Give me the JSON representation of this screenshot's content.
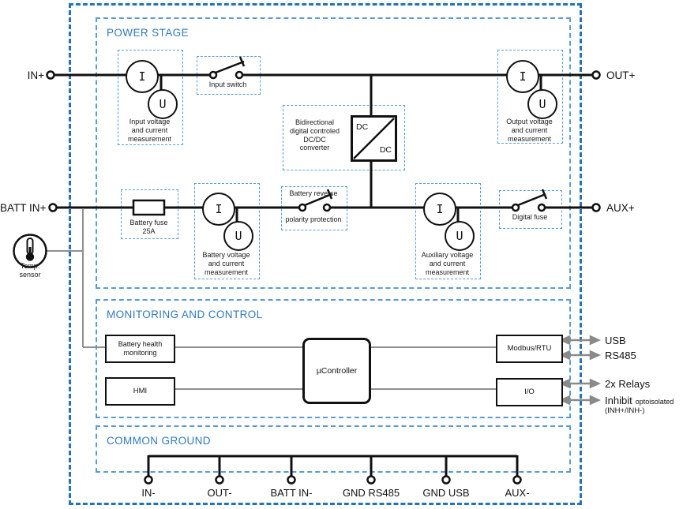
{
  "sections": {
    "power_stage": "POWER STAGE",
    "monitoring": "MONITORING AND CONTROL",
    "common_ground": "COMMON GROUND"
  },
  "meters": {
    "current": "I",
    "voltage": "U"
  },
  "terminals": {
    "in_plus": "IN+",
    "out_plus": "OUT+",
    "batt_in_plus": "BATT IN+",
    "aux_plus": "AUX+"
  },
  "power_stage": {
    "input_measurement": "Input voltage\nand current\nmeasurement",
    "input_switch": "Input switch",
    "dcdc_label": "Bidirectional\ndigital controled\nDC/DC\nconverter",
    "dcdc_top": "DC",
    "dcdc_bottom": "DC",
    "output_measurement": "Output voltage\nand current\nmeasurement",
    "battery_fuse": "Battery fuse\n25A",
    "battery_measurement": "Battery voltage\nand current\nmeasurement",
    "reverse_polarity_top": "Battery reverse",
    "reverse_polarity_bottom": "polarity protection",
    "aux_measurement": "Auxiliary voltage\nand current\nmeasurement",
    "digital_fuse": "Digital fuse",
    "temp_sensor": "Temp.\nsensor"
  },
  "monitoring": {
    "battery_health": "Battery health\nmonitoring",
    "hmi": "HMI",
    "mcu": "µController",
    "modbus": "Modbus/RTU",
    "io": "I/O",
    "ports": {
      "usb": "USB",
      "rs485": "RS485",
      "relays": "2x Relays",
      "inhibit": "Inhibit",
      "inhibit_note": "optoisolated",
      "inhibit_sub": "(INH+/INH-)"
    }
  },
  "common_ground": {
    "labels": [
      "IN-",
      "OUT-",
      "BATT IN-",
      "GND RS485",
      "GND USB",
      "AUX-"
    ]
  },
  "colors": {
    "outer_border": "#2273b9",
    "section_border": "#5b9bd5",
    "title": "#3179bd",
    "wire": "#111111",
    "sense_line": "#8f8f8f",
    "arrow": "#8a8a8a"
  }
}
